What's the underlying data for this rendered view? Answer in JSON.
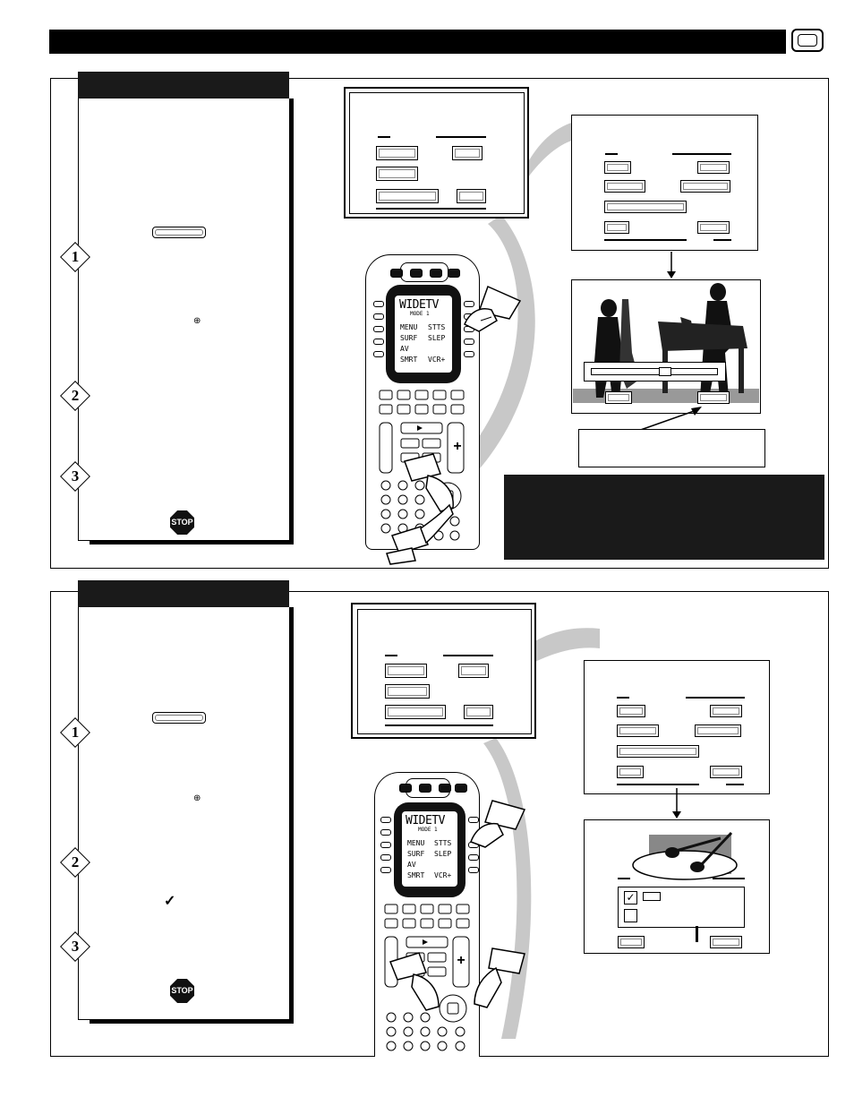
{
  "remote": {
    "display_title": "WIDETV",
    "mode": "MODE 1",
    "lcd_left": [
      "MENU",
      "SURF",
      "AV",
      "SMRT"
    ],
    "lcd_right": [
      "STTS",
      "SLEP",
      "",
      "VCR+"
    ],
    "stop_label": "STOP"
  },
  "steps": [
    "1",
    "2",
    "3"
  ],
  "colors": {
    "accent": "#000000",
    "tab": "#1a1a1a",
    "swoosh": "#c8c8c8"
  }
}
